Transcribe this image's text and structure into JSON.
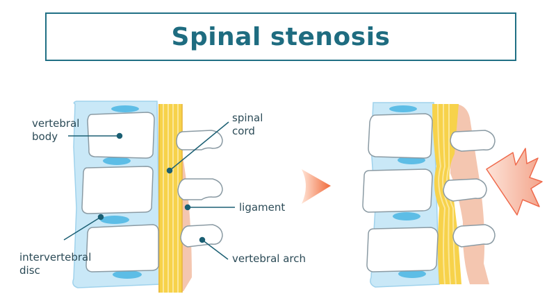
{
  "title": "Spinal stenosis",
  "labels": {
    "vertebral_body": "vertebral\nbody",
    "spinal_cord": "spinal\ncord",
    "ligament": "ligament",
    "intervertebral_disc": "intervertebral\ndisc",
    "vertebral_arch": "vertebral arch"
  },
  "colors": {
    "title": "#1e6c80",
    "leader_line": "#1b5f73",
    "disc": "#bfe3f5",
    "disc_core": "#5dbde6",
    "bone": "#ffffff",
    "bone_outline": "#8a9aa3",
    "spinal_cord": "#f7d24a",
    "ligament": "#f4c6b0",
    "arrow": "#f06a3a",
    "pain_burst": "#f2856a"
  }
}
